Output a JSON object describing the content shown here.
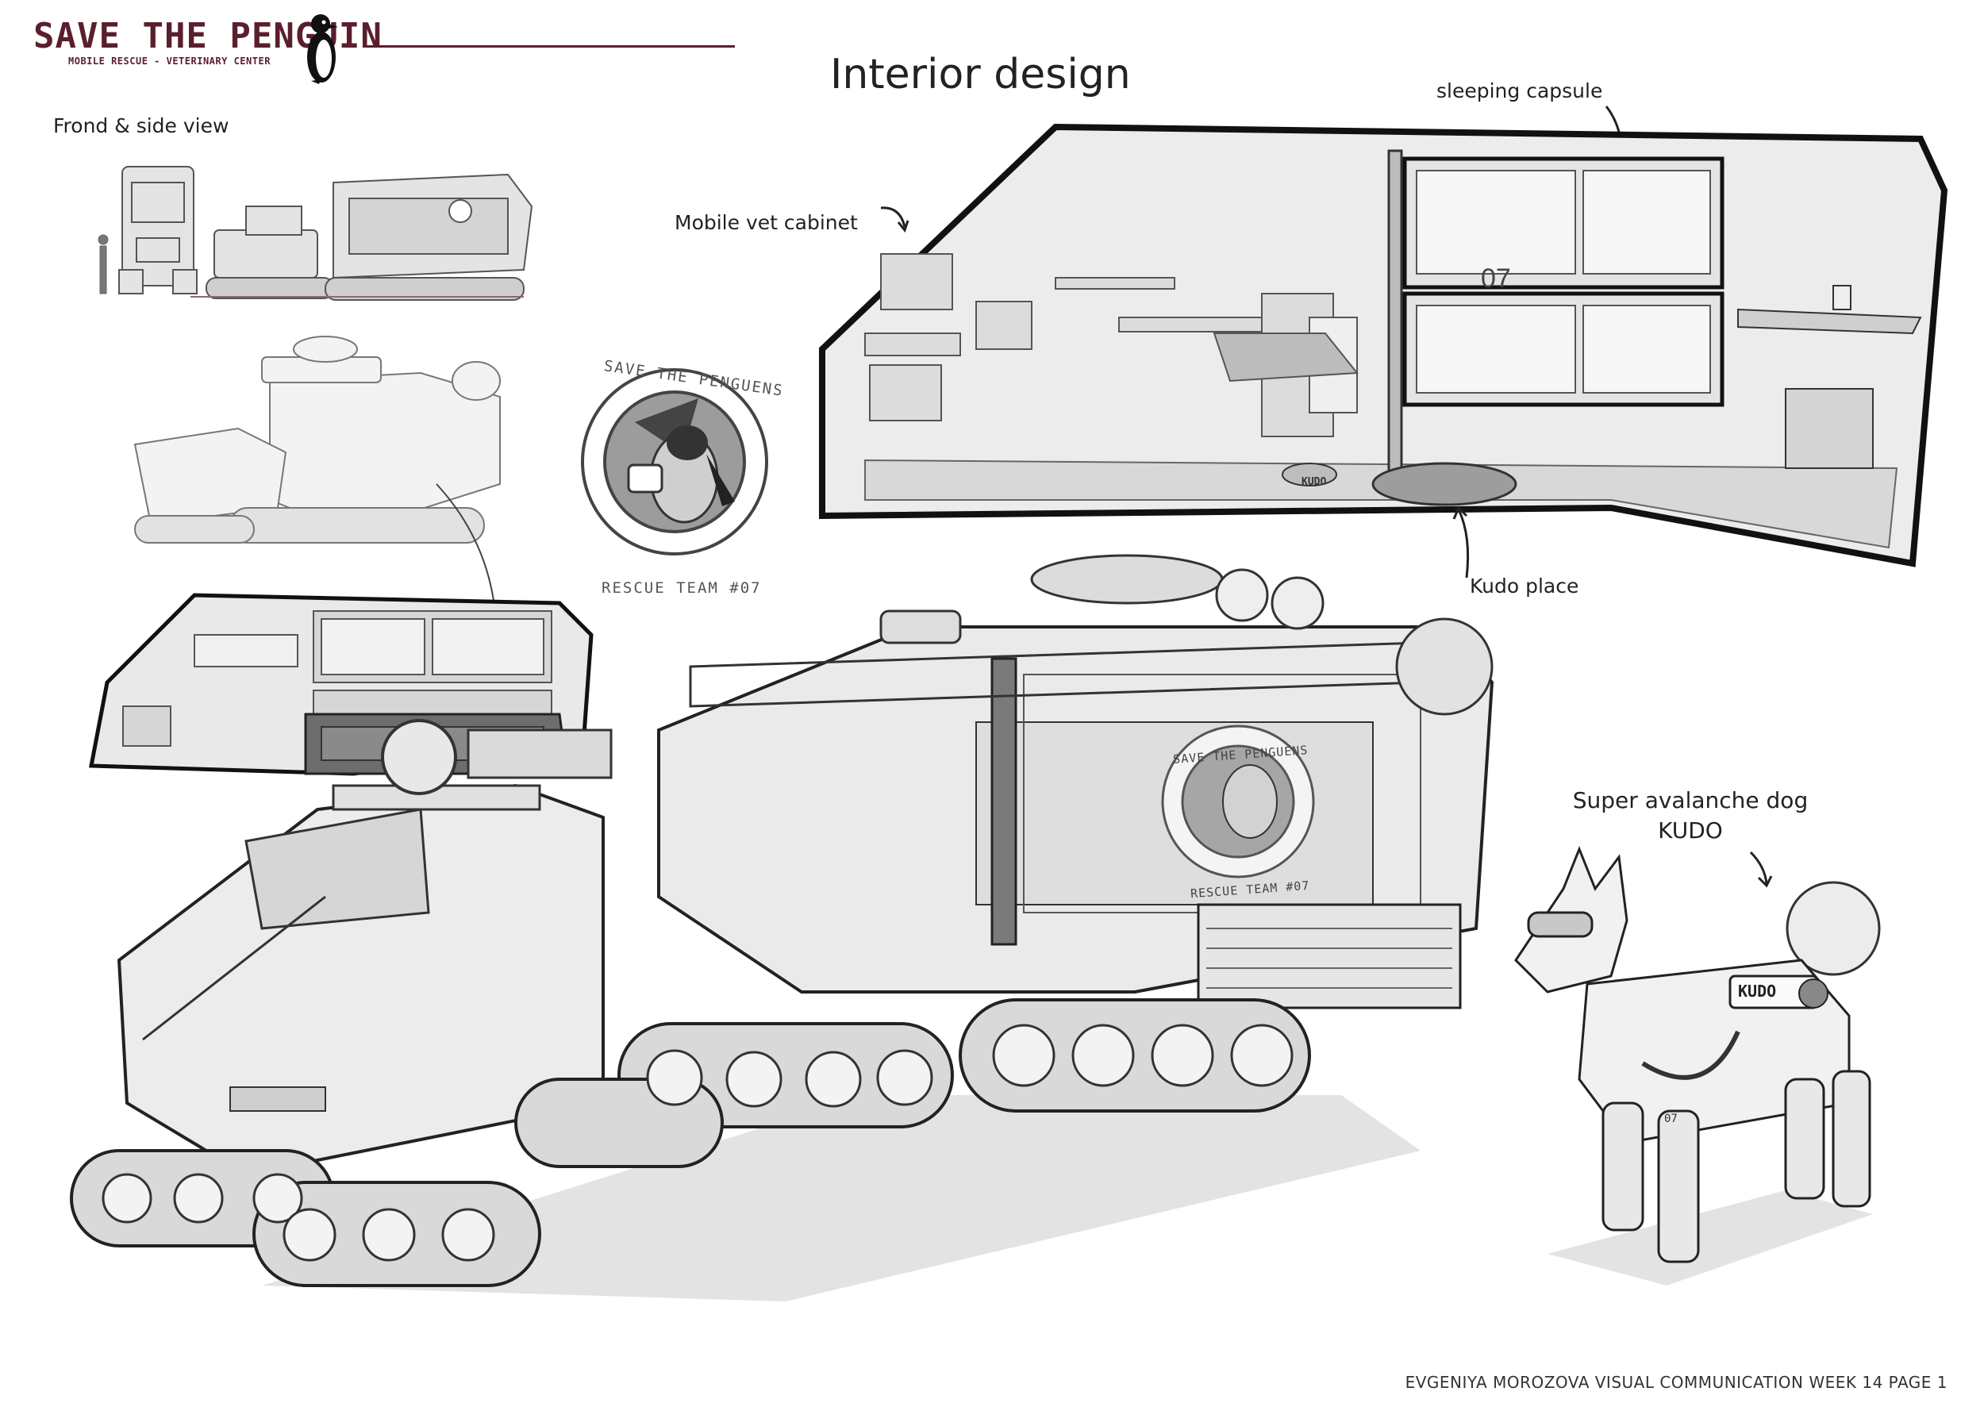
{
  "header": {
    "brand_title": "SAVE THE PENGUIN",
    "brand_subtitle": "MOBILE RESCUE - VETERINARY CENTER",
    "brand_color": "#5a1f2c"
  },
  "page_title": "Interior design",
  "labels": {
    "front_side_view": "Frond & side view",
    "mobile_vet_cabinet": "Mobile vet cabinet",
    "sleeping_capsule": "sleeping capsule",
    "kudo_place": "Kudo place",
    "dog_line1": "Super avalanche dog",
    "dog_line2": "KUDO"
  },
  "emblem": {
    "top_text": "SAVE THE PENGUENS",
    "bottom_text": "RESCUE TEAM #07"
  },
  "vehicle_decal": {
    "top_text": "SAVE THE PENGUENS",
    "bottom_text": "RESCUE TEAM #07"
  },
  "interior_marks": {
    "capsule_number": "07",
    "bed_label": "KUDO"
  },
  "dog": {
    "vest_label": "KUDO",
    "leg_tag": "07"
  },
  "footer": "EVGENIYA MOROZOVA VISUAL COMMUNICATION WEEK 14  PAGE 1",
  "icons": [
    "penguin-icon",
    "arrow-icon"
  ]
}
